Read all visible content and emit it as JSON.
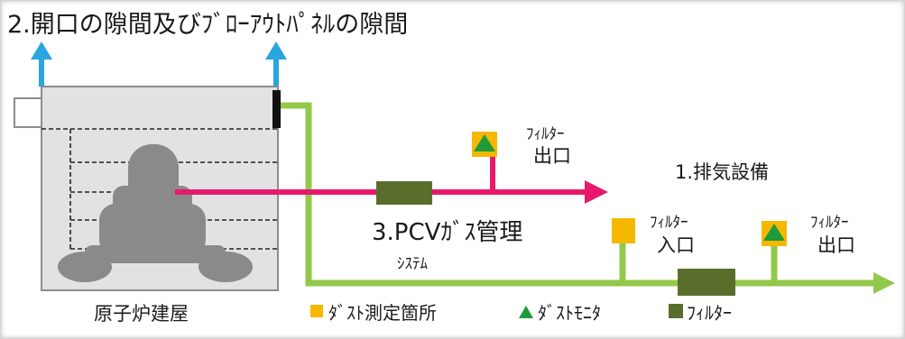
{
  "title": "2.開口の隙間及びﾌﾞﾛｰｱｳﾄﾊﾟﾈﾙの隙間",
  "exhaust_label": "1.排気設備",
  "pcv_gas_label": "3.PCVｶﾞｽ管理",
  "pcv_system_label": "ｼｽﾃﾑ",
  "filter_outlet_label_1": "ﾌｨﾙﾀｰ",
  "filter_outlet_label_2": "出口",
  "filter_inlet_label_1": "ﾌｨﾙﾀｰ",
  "filter_inlet_label_2": "入口",
  "reactor_building_label": "原子炉建屋",
  "legend": {
    "dust_point": "ﾀﾞｽﾄ測定箇所",
    "dust_monitor": "ﾀﾞｽﾄﾓﾆﾀ",
    "filter": "ﾌｨﾙﾀｰ"
  },
  "colors": {
    "blue_arrow": "#29a6e0",
    "pink_line": "#e8196c",
    "green_line": "#93c94b",
    "filter": "#5a6e2b",
    "dust_point": "#f5b800",
    "dust_monitor": "#1f9a3a"
  }
}
